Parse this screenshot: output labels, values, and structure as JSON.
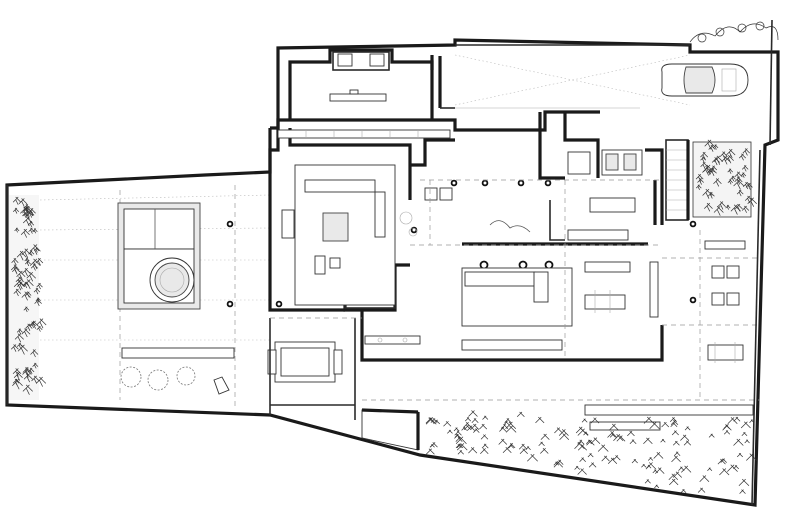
{
  "colors": {
    "background": "#ffffff",
    "wall": "#1a1a1a",
    "line": "#555555",
    "furniture_fill": "#ffffff",
    "hatch": "#e9e9e9"
  },
  "icons": [
    "car-icon",
    "vegetation-hatch",
    "column-marker",
    "north-stair"
  ]
}
